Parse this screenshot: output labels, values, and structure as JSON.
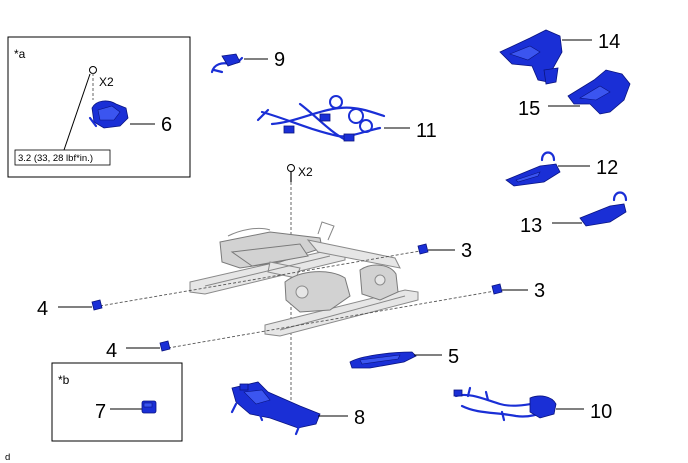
{
  "inset_a": {
    "label": "*a",
    "multiplier": "X2",
    "torque": "3.2 (33, 28 lbf*in.)"
  },
  "inset_b": {
    "label": "*b"
  },
  "bolt_multiplier": "X2",
  "callouts": {
    "c3a": "3",
    "c3b": "3",
    "c4a": "4",
    "c4b": "4",
    "c5": "5",
    "c6": "6",
    "c7": "7",
    "c8": "8",
    "c9": "9",
    "c10": "10",
    "c11": "11",
    "c12": "12",
    "c13": "13",
    "c14": "14",
    "c15": "15"
  },
  "corner_mark": "d"
}
